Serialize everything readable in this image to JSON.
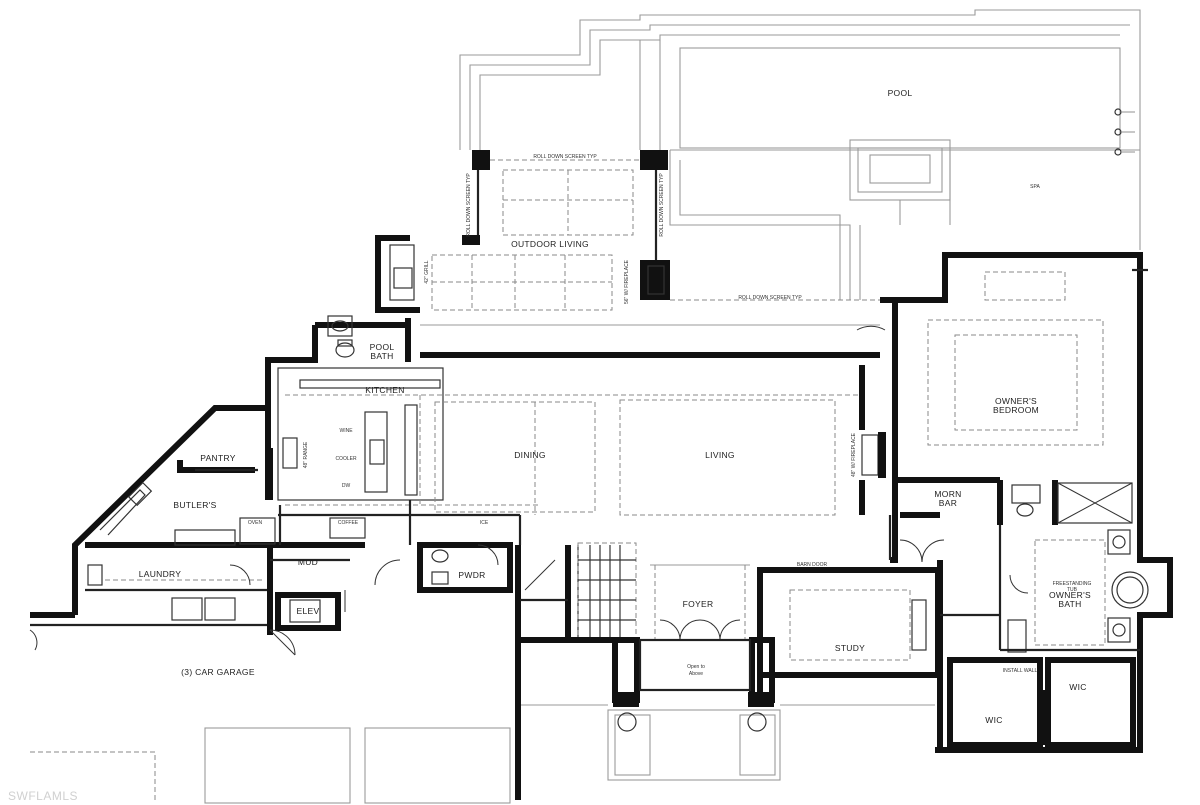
{
  "rooms": {
    "pool": "POOL",
    "outdoor_living": "OUTDOOR LIVING",
    "pool_bath_1": "POOL",
    "pool_bath_2": "BATH",
    "kitchen": "KITCHEN",
    "pantry": "PANTRY",
    "butlers": "BUTLER'S",
    "dining": "DINING",
    "living": "LIVING",
    "owners_bedroom_1": "OWNER'S",
    "owners_bedroom_2": "BEDROOM",
    "morn_bar_1": "MORN",
    "morn_bar_2": "BAR",
    "laundry": "LAUNDRY",
    "mud": "MUD",
    "elev": "ELEV",
    "pwdr": "PWDR",
    "foyer": "FOYER",
    "open_above_1": "Open to",
    "open_above_2": "Above",
    "study": "STUDY",
    "owners_bath_1": "OWNER'S",
    "owners_bath_2": "BATH",
    "wic_1": "WIC",
    "wic_2": "WIC",
    "garage": "(3) CAR GARAGE"
  },
  "notes": {
    "roll_down_screen_1": "ROLL DOWN SCREEN TYP",
    "roll_down_screen_2": "ROLL DOWN SCREEN TYP",
    "roll_down_screen_left": "ROLL DOWN SCREEN TYP",
    "roll_down_screen_right": "ROLL DOWN SCREEN TYP",
    "grill": "42\" GRILL",
    "fireplace_outdoor": "56\" W/ FIREPLACE",
    "fireplace_living": "48\" W/ FIREPLACE",
    "range": "48\" RANGE",
    "wine_cooler": "WINE",
    "dw": "DW",
    "cooler": "COOLER",
    "ice": "ICE",
    "wall_oven": "OVEN",
    "coffee": "COFFEE",
    "freestanding_tub_1": "FREESTANDING",
    "freestanding_tub_2": "TUB",
    "barn_door": "BARN DOOR",
    "install_wall": "INSTALL WALL",
    "spa": "SPA"
  },
  "watermark": "SWFLAMLS"
}
